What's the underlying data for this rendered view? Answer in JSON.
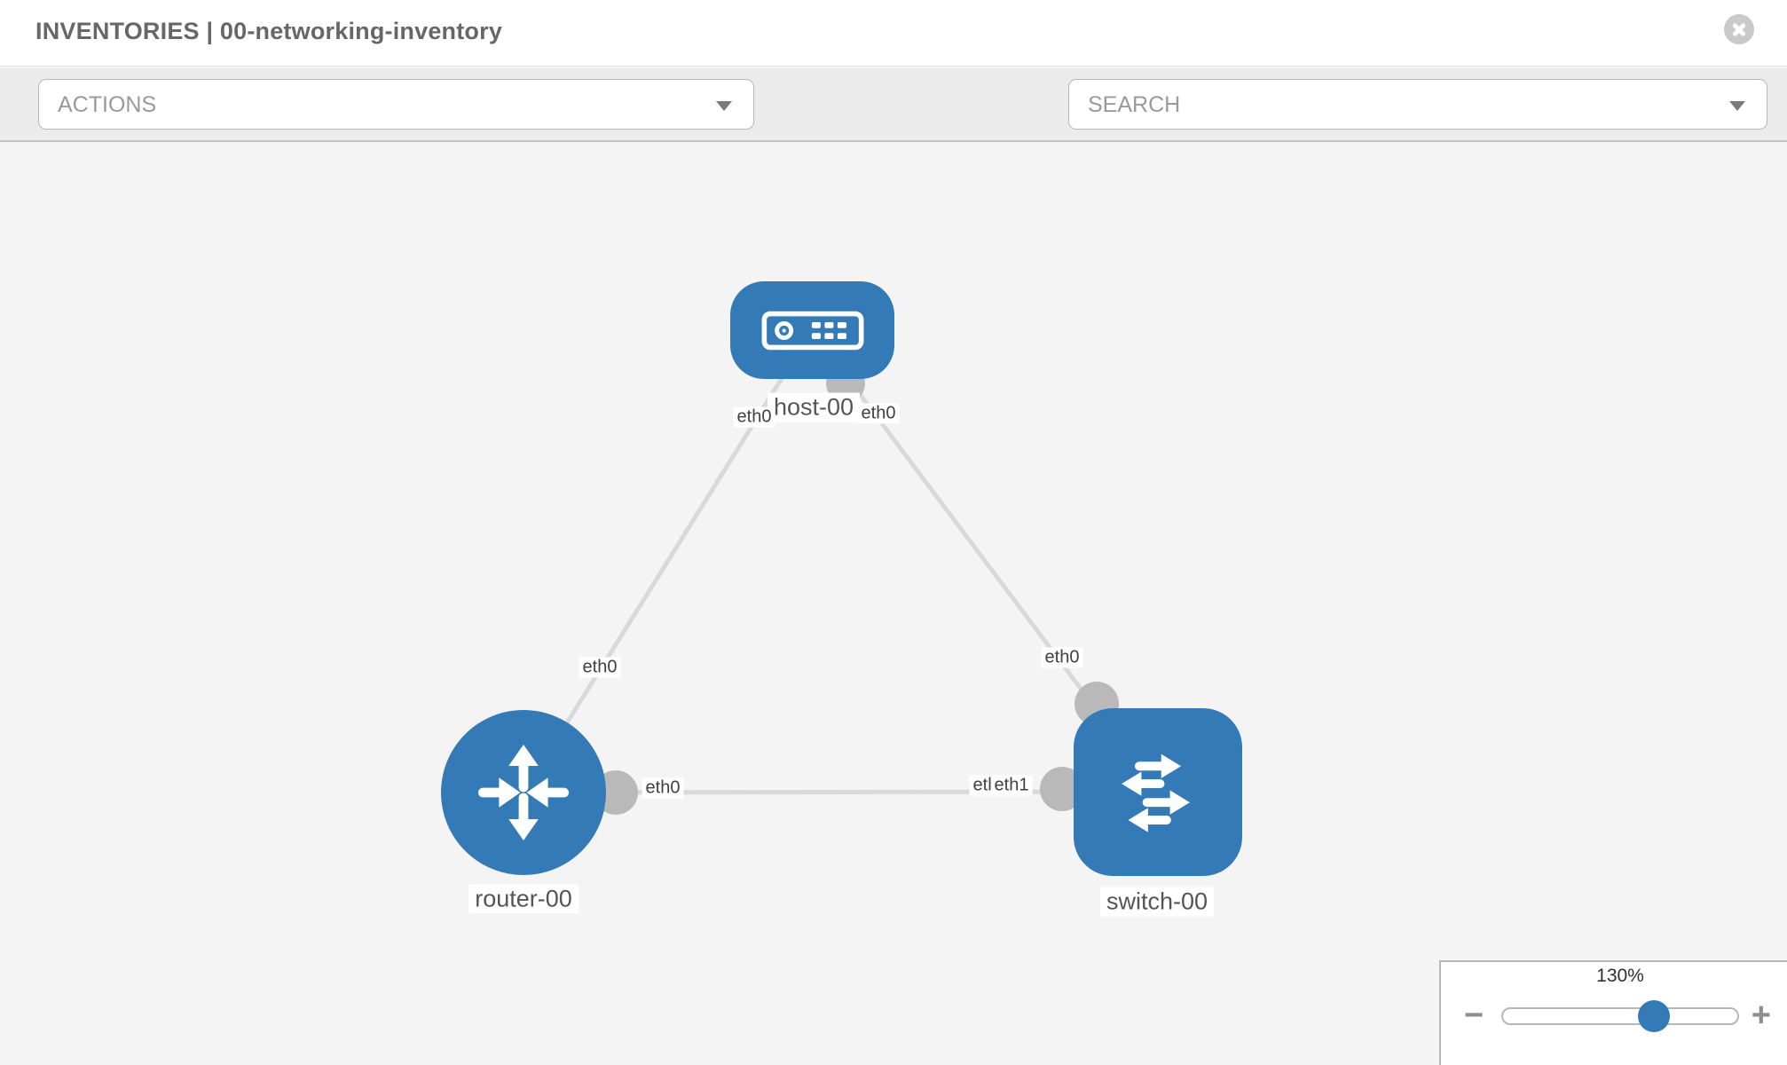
{
  "header": {
    "title": "INVENTORIES | 00-networking-inventory"
  },
  "toolbar": {
    "actions_label": "ACTIONS",
    "search_label": "SEARCH",
    "icons": [
      "wrench-icon",
      "key-icon"
    ]
  },
  "canvas": {
    "nodes": [
      {
        "id": "host-00",
        "type": "host",
        "label": "host-00"
      },
      {
        "id": "router-00",
        "type": "router",
        "label": "router-00"
      },
      {
        "id": "switch-00",
        "type": "switch",
        "label": "switch-00"
      }
    ],
    "links": [
      {
        "from": "host-00",
        "to": "router-00",
        "label_a": "eth0",
        "label_b": "eth0"
      },
      {
        "from": "host-00",
        "to": "switch-00",
        "label_a": "eth0",
        "label_b": "eth0"
      },
      {
        "from": "router-00",
        "to": "switch-00",
        "label_a": "eth0",
        "label_b": "eth1",
        "label_b_overlap": "eth0"
      }
    ]
  },
  "zoom_control": {
    "level": "130%",
    "minus_glyph": "−",
    "plus_glyph": "+"
  },
  "colors": {
    "node_blue": "#337ab7",
    "link_gray": "#d9d9d9",
    "connector_gray": "#b9b9b9",
    "canvas_bg": "#f4f4f4",
    "toolbar_bg": "#ebebeb",
    "border_gray": "#b7b7b7",
    "title_gray": "#676767"
  }
}
